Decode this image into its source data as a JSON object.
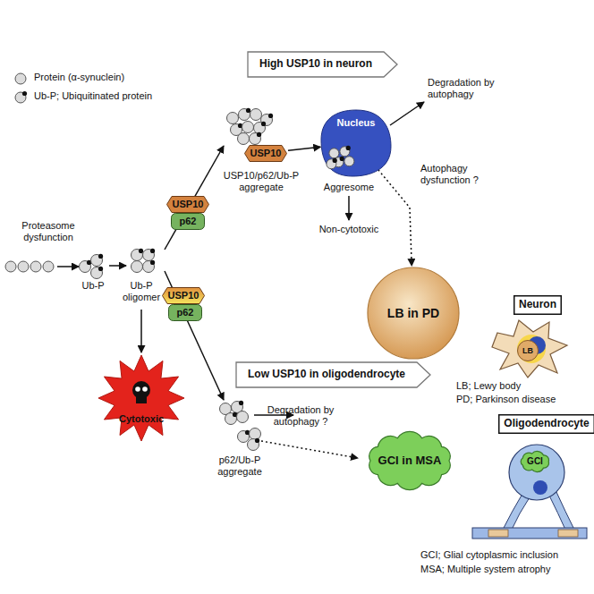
{
  "diagram": {
    "nodes": [
      {
        "text": [
          "High USP10 in neuron"
        ]
      },
      {
        "text": [
          "USP10"
        ]
      },
      {
        "text": [
          "Nucleus"
        ]
      },
      {
        "text": [
          "USP10"
        ]
      },
      {
        "text": [
          "p62"
        ]
      },
      {
        "text": [
          "LB in PD"
        ]
      },
      {
        "text": [
          "Neuron"
        ]
      },
      {
        "text": [
          "LB"
        ]
      },
      {
        "text": [
          "USP10"
        ]
      },
      {
        "text": [
          "p62"
        ]
      },
      {
        "text": [
          "Low USP10 in oligodendrocyte"
        ]
      },
      {
        "text": [
          "GCI in MSA"
        ]
      },
      {
        "text": [
          "Oligodendrocyte"
        ]
      },
      {
        "text": [
          "GCI"
        ]
      }
    ],
    "edges": [
      {
        "from": 1,
        "to": 2,
        "arrow": "to"
      },
      {
        "from": 2,
        "to": 5,
        "arrow": "to"
      }
    ],
    "labels": [
      "Proteasome dysfunction",
      "Ub-P",
      "Ub-P oligomer",
      "Cytotoxic",
      "USP10/p62/Ub-P aggregate",
      "Aggresome",
      "Non-cytotoxic",
      "Degradation by autophagy",
      "Autophagy dysfunction ?",
      "LB; Lewy body",
      "PD; Parkinson disease",
      "p62/Ub-P aggregate",
      "Degradation by autophagy ?",
      "GCI; Glial cytoplasmic inclusion",
      "MSA; Multiple system atrophy"
    ],
    "legend": [
      {
        "text": "Protein (α-synuclein)"
      },
      {
        "text": "Ub-P; Ubiquitinated protein"
      }
    ]
  }
}
